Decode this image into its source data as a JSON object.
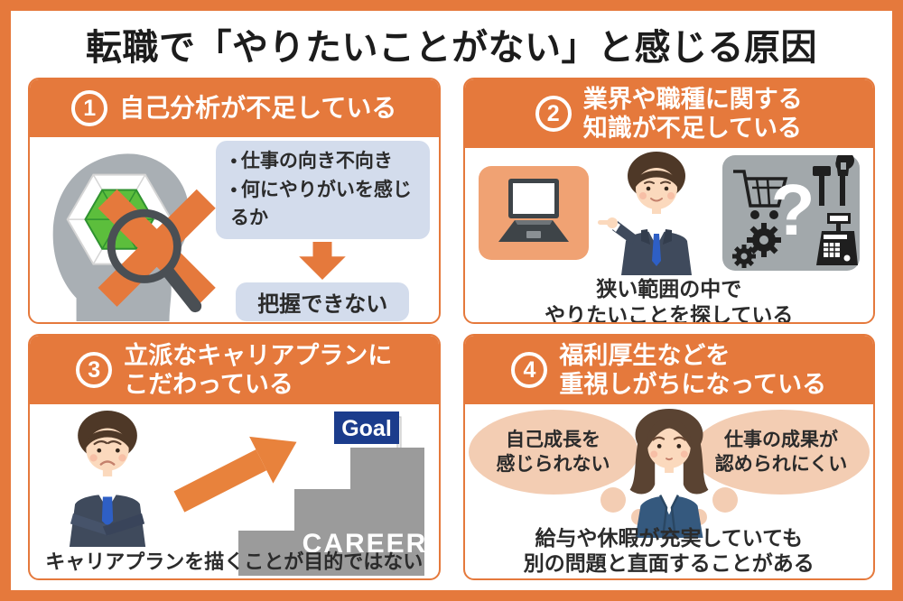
{
  "title": "転職で「やりたいことがない」と感じる原因",
  "colors": {
    "accent_orange": "#E5793C",
    "light_blue_box": "#D3DCEC",
    "peach_bubble": "#F3CDB3",
    "laptop_tile_orange": "#F0A273",
    "icons_tile_gray": "#A2A8AB",
    "stairs_gray": "#9B9B9B",
    "goal_flag_navy": "#1B3C8C",
    "radar_green": "#5CBE3C"
  },
  "panels": {
    "p1": {
      "number": "1",
      "header": "自己分析が不足している",
      "bullets": [
        "仕事の向き不向き",
        "何にやりがいを感じるか"
      ],
      "result": "把握できない"
    },
    "p2": {
      "number": "2",
      "header_lines": [
        "業界や職種に関する",
        "知識が不足している"
      ],
      "question_mark": "?",
      "caption_lines": [
        "狭い範囲の中で",
        "やりたいことを探している"
      ]
    },
    "p3": {
      "number": "3",
      "header_lines": [
        "立派なキャリアプランに",
        "こだわっている"
      ],
      "stairs_label": "CAREER",
      "goal_label": "Goal",
      "caption": "キャリアプランを描くことが目的ではない"
    },
    "p4": {
      "number": "4",
      "header_lines": [
        "福利厚生などを",
        "重視しがちになっている"
      ],
      "bubble_left_lines": [
        "自己成長を",
        "感じられない"
      ],
      "bubble_right_lines": [
        "仕事の成果が",
        "認められにくい"
      ],
      "caption_lines": [
        "給与や休暇が充実していても",
        "別の問題と直面することがある"
      ]
    }
  }
}
